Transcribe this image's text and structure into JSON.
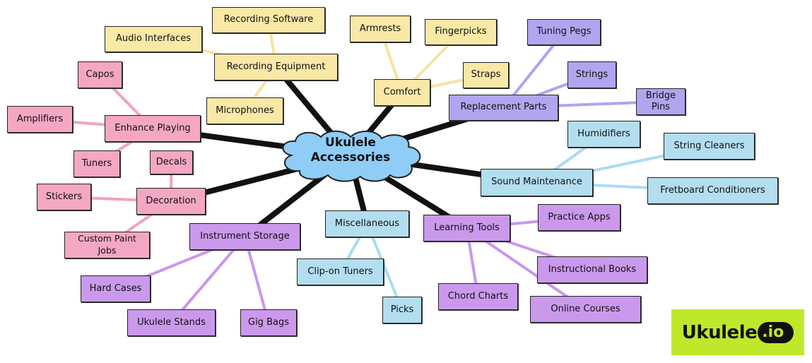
{
  "title": "Ukulele Accessories",
  "colors": {
    "yellow": "#f9e8a6",
    "yellow_link": "#f7e3a0",
    "pink": "#f4a7c3",
    "pink_link": "#f2a2c0",
    "purple": "#b0a6ef",
    "purple_link": "#aea4ef",
    "violet": "#cb99ec",
    "violet_link": "#c897ec",
    "blue": "#b2def0",
    "blue_link": "#aadcf0",
    "cloud": "#8fcdf7",
    "logo_bg": "#bfe82b"
  },
  "center": {
    "line1": "Ukulele",
    "line2": "Accessories"
  },
  "branches": [
    {
      "label": "Recording Equipment",
      "color": "yellow",
      "children": [
        "Recording Software",
        "Audio Interfaces",
        "Microphones"
      ]
    },
    {
      "label": "Comfort",
      "color": "yellow",
      "children": [
        "Armrests",
        "Fingerpicks",
        "Straps"
      ]
    },
    {
      "label": "Replacement Parts",
      "color": "purple",
      "children": [
        "Tuning Pegs",
        "Strings",
        "Bridge Pins"
      ]
    },
    {
      "label": "Sound Maintenance",
      "color": "blue",
      "children": [
        "Humidifiers",
        "String Cleaners",
        "Fretboard Conditioners"
      ]
    },
    {
      "label": "Learning Tools",
      "color": "violet",
      "children": [
        "Practice Apps",
        "Instructional Books",
        "Online Courses",
        "Chord Charts"
      ]
    },
    {
      "label": "Miscellaneous",
      "color": "blue",
      "children": [
        "Clip-on Tuners",
        "Picks"
      ]
    },
    {
      "label": "Instrument Storage",
      "color": "violet",
      "children": [
        "Hard Cases",
        "Ukulele Stands",
        "Gig Bags"
      ]
    },
    {
      "label": "Decoration",
      "color": "pink",
      "children": [
        "Decals",
        "Stickers",
        "Custom Paint Jobs"
      ]
    },
    {
      "label": "Enhance Playing",
      "color": "pink",
      "children": [
        "Capos",
        "Amplifiers",
        "Tuners"
      ]
    }
  ],
  "logo": {
    "word": "Ukulele",
    "suffix": ".io"
  }
}
